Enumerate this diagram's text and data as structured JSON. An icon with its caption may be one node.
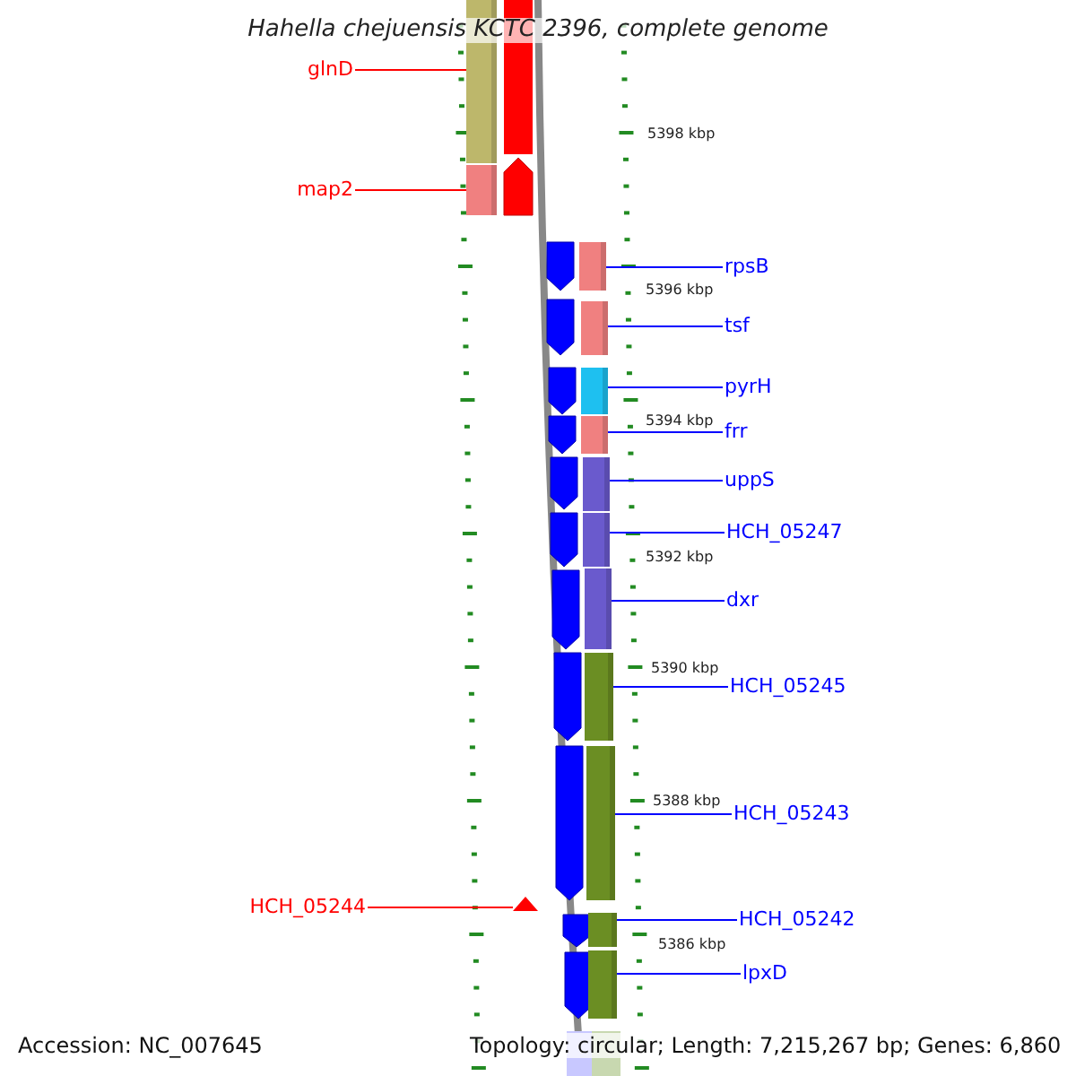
{
  "diagram": {
    "title": "Hahella chejuensis KCTC 2396, complete genome",
    "nodes": [
      {
        "text": [
          "glnD"
        ]
      },
      {
        "text": [],
        "shape": "bar"
      },
      {
        "text": [
          "map2"
        ]
      },
      {
        "text": [],
        "shape": "bar"
      },
      {
        "text": [
          "rpsB"
        ]
      },
      {
        "text": [],
        "shape": "bar"
      },
      {
        "text": [
          "tsf"
        ]
      },
      {
        "text": [],
        "shape": "bar"
      },
      {
        "text": [
          "pyrH"
        ]
      },
      {
        "text": [],
        "shape": "bar"
      },
      {
        "text": [
          "frr"
        ]
      },
      {
        "text": [],
        "shape": "bar"
      },
      {
        "text": [
          "uppS"
        ]
      },
      {
        "text": [],
        "shape": "bar"
      },
      {
        "text": [
          "HCH_05247"
        ]
      },
      {
        "text": [],
        "shape": "bar"
      },
      {
        "text": [
          "dxr"
        ]
      },
      {
        "text": [],
        "shape": "bar"
      },
      {
        "text": [
          "HCH_05245"
        ]
      },
      {
        "text": [],
        "shape": "bar"
      },
      {
        "text": [
          "HCH_05243"
        ]
      },
      {
        "text": [],
        "shape": "bar"
      },
      {
        "text": [
          "HCH_05244"
        ]
      },
      {
        "text": [],
        "shape": "triangle"
      },
      {
        "text": [
          "HCH_05242"
        ]
      },
      {
        "text": [],
        "shape": "bar"
      },
      {
        "text": [
          "lpxD"
        ]
      },
      {
        "text": [],
        "shape": "bar"
      }
    ],
    "edges": [
      {
        "from": 0,
        "to": 1,
        "arrow": "none",
        "color": "#ff0000"
      },
      {
        "from": 2,
        "to": 3,
        "arrow": "none",
        "color": "#ff0000"
      },
      {
        "from": 4,
        "to": 5,
        "arrow": "none"
      },
      {
        "from": 6,
        "to": 7,
        "arrow": "none"
      },
      {
        "from": 8,
        "to": 9,
        "arrow": "none"
      },
      {
        "from": 10,
        "to": 11,
        "arrow": "none"
      },
      {
        "from": 12,
        "to": 13,
        "arrow": "none"
      },
      {
        "from": 14,
        "to": 15,
        "arrow": "none"
      },
      {
        "from": 16,
        "to": 17,
        "arrow": "none"
      },
      {
        "from": 18,
        "to": 19,
        "arrow": "none"
      },
      {
        "from": 20,
        "to": 21,
        "arrow": "none"
      },
      {
        "from": 22,
        "to": 23,
        "arrow": "none",
        "color": "#ff0000"
      },
      {
        "from": 24,
        "to": 25,
        "arrow": "none"
      },
      {
        "from": 26,
        "to": 27,
        "arrow": "none"
      }
    ],
    "labels": [
      "5398 kbp",
      "5396 kbp",
      "5394 kbp",
      "5392 kbp",
      "5390 kbp",
      "5388 kbp",
      "5386 kbp",
      "Accession: NC_007645",
      "Topology: circular; Length: 7,215,267 bp; Genes: 6,860"
    ]
  }
}
